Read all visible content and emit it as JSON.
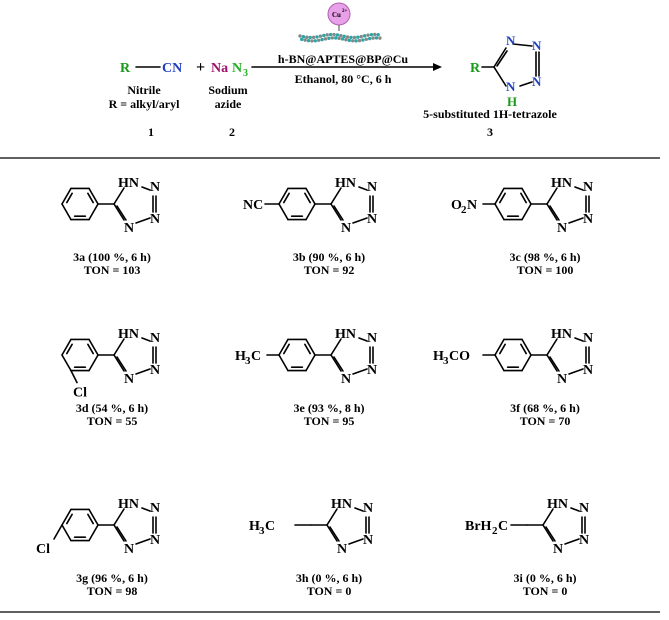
{
  "reaction": {
    "reactant1": {
      "r": "R",
      "cn": "CN",
      "name": "Nitrile",
      "rdef": "R = alkyl/aryl",
      "number": "1",
      "r_color": "#1a9a1a",
      "cn_color": "#1f3fc0"
    },
    "plus": "+",
    "reactant2": {
      "na": "Na",
      "n3": "N",
      "n3_sub": "3",
      "name1": "Sodium",
      "name2": "azide",
      "number": "2",
      "na_color": "#a0106a",
      "n3_color": "#22b022"
    },
    "catalyst": {
      "badge": "Cu",
      "badge_sup": "2+",
      "line1": "h-BN@APTES@BP@Cu",
      "line2": "Ethanol, 80 °C, 6 h"
    },
    "product": {
      "r": "R",
      "n_top": "N",
      "n_right_top": "N",
      "n_right_bot": "N",
      "nh_n": "N",
      "nh_h": "H",
      "name": "5-substituted 1H-tetrazole",
      "number": "3"
    }
  },
  "compounds": [
    {
      "label": "3a (100 %, 6 h)",
      "ton": "TON = 103"
    },
    {
      "label": "3b (90 %, 6 h)",
      "ton": "TON = 92",
      "sub": "NC"
    },
    {
      "label": "3c (98 %, 6 h)",
      "ton": "TON = 100",
      "sub": "O",
      "sub2": "2",
      "sub3": "N"
    },
    {
      "label": "3d (54 %, 6 h)",
      "ton": "TON = 55",
      "sub": "Cl"
    },
    {
      "label": "3e (93 %, 8 h)",
      "ton": "TON = 95",
      "sub": "H",
      "sub2": "3",
      "sub3": "C"
    },
    {
      "label": "3f (68 %, 6 h)",
      "ton": "TON = 70",
      "sub": "H",
      "sub2": "3",
      "sub3": "CO"
    },
    {
      "label": "3g (96 %, 6 h)",
      "ton": "TON = 98",
      "sub": "Cl"
    },
    {
      "label": "3h (0 %, 6 h)",
      "ton": "TON = 0",
      "sub": "H",
      "sub2": "3",
      "sub3": "C"
    },
    {
      "label": "3i (0 %, 6 h)",
      "ton": "TON = 0",
      "sub": "BrH",
      "sub2": "2",
      "sub3": "C"
    }
  ],
  "tetrazole": {
    "hn": "HN",
    "n": "N"
  },
  "colors": {
    "catalyst_badge": "#e8a0e8",
    "support_teal": "#2aa6a6",
    "support_grey": "#888888"
  }
}
